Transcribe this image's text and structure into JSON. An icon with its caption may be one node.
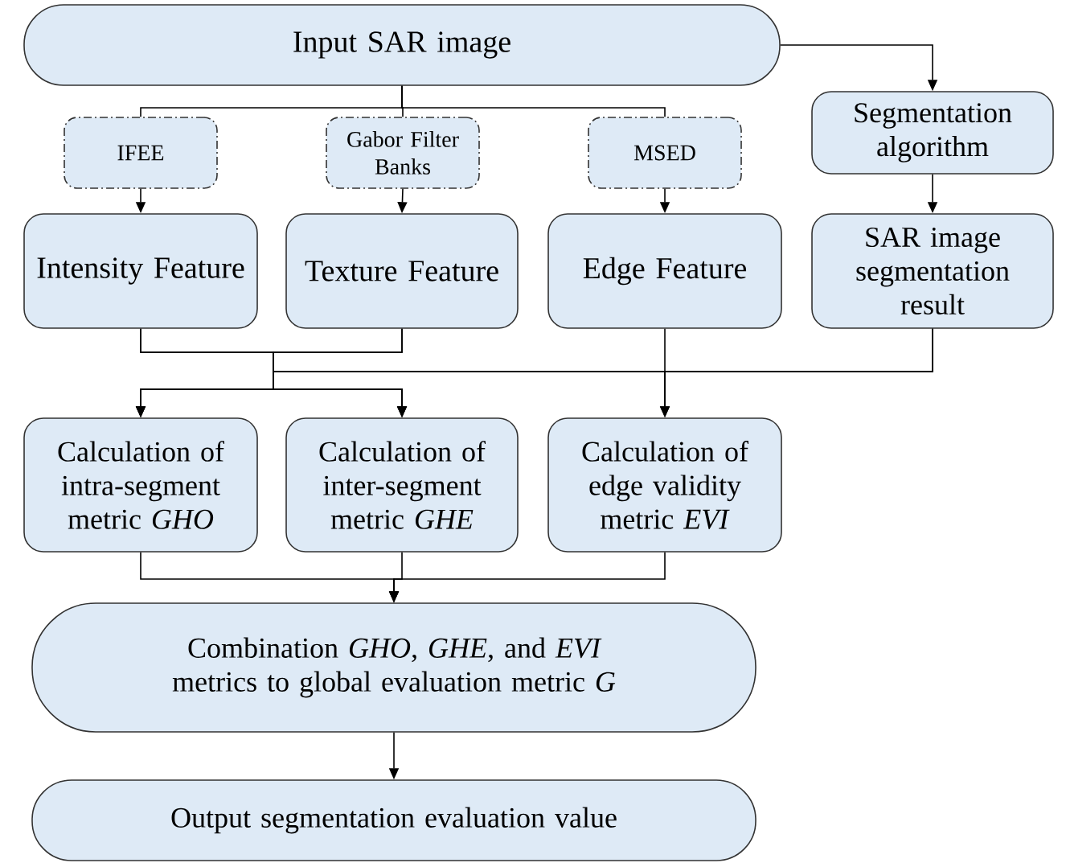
{
  "diagram": {
    "nodes": [
      {
        "text": [
          "Input SAR image"
        ]
      },
      {
        "text": [
          "IFEE"
        ]
      },
      {
        "text": [
          "Gabor Filter Banks"
        ]
      },
      {
        "text": [
          "MSED"
        ]
      },
      {
        "text": [
          "Segmentation algorithm"
        ]
      },
      {
        "text": [
          "Intensity Feature"
        ]
      },
      {
        "text": [
          "Texture Feature"
        ]
      },
      {
        "text": [
          "Edge Feature"
        ]
      },
      {
        "text": [
          "SAR image segmentation result"
        ]
      },
      {
        "text": [
          "Calculation of intra-segment metric *GHO*"
        ]
      },
      {
        "text": [
          "Calculation of inter-segment metric *GHE*"
        ]
      },
      {
        "text": [
          "Calculation of edge validity metric *EVI*"
        ]
      },
      {
        "text": [
          "Combination *GHO*,  *GHE*, and *EVI* metrics to global evaluation metric *G*"
        ]
      },
      {
        "text": [
          "Output segmentation evaluation value"
        ]
      }
    ],
    "edges": [
      {
        "from": 0,
        "to": 1,
        "arrow": "none"
      },
      {
        "from": 0,
        "to": 2,
        "arrow": "none"
      },
      {
        "from": 0,
        "to": 3,
        "arrow": "none"
      },
      {
        "from": 0,
        "to": 4,
        "arrow": "to"
      },
      {
        "from": 1,
        "to": 5,
        "arrow": "to"
      },
      {
        "from": 2,
        "to": 6,
        "arrow": "to"
      },
      {
        "from": 3,
        "to": 7,
        "arrow": "to"
      },
      {
        "from": 4,
        "to": 8,
        "arrow": "to"
      },
      {
        "from": 5,
        "to": 9,
        "arrow": "to"
      },
      {
        "from": 5,
        "to": 10,
        "arrow": "to"
      },
      {
        "from": 6,
        "to": 9,
        "arrow": "to"
      },
      {
        "from": 6,
        "to": 10,
        "arrow": "to"
      },
      {
        "from": 8,
        "to": 9,
        "arrow": "to"
      },
      {
        "from": 8,
        "to": 10,
        "arrow": "to"
      },
      {
        "from": 8,
        "to": 11,
        "arrow": "to"
      },
      {
        "from": 7,
        "to": 11,
        "arrow": "to"
      },
      {
        "from": 9,
        "to": 12,
        "arrow": "to"
      },
      {
        "from": 10,
        "to": 12,
        "arrow": "to"
      },
      {
        "from": 11,
        "to": 12,
        "arrow": "to"
      },
      {
        "from": 12,
        "to": 13,
        "arrow": "to"
      }
    ]
  }
}
